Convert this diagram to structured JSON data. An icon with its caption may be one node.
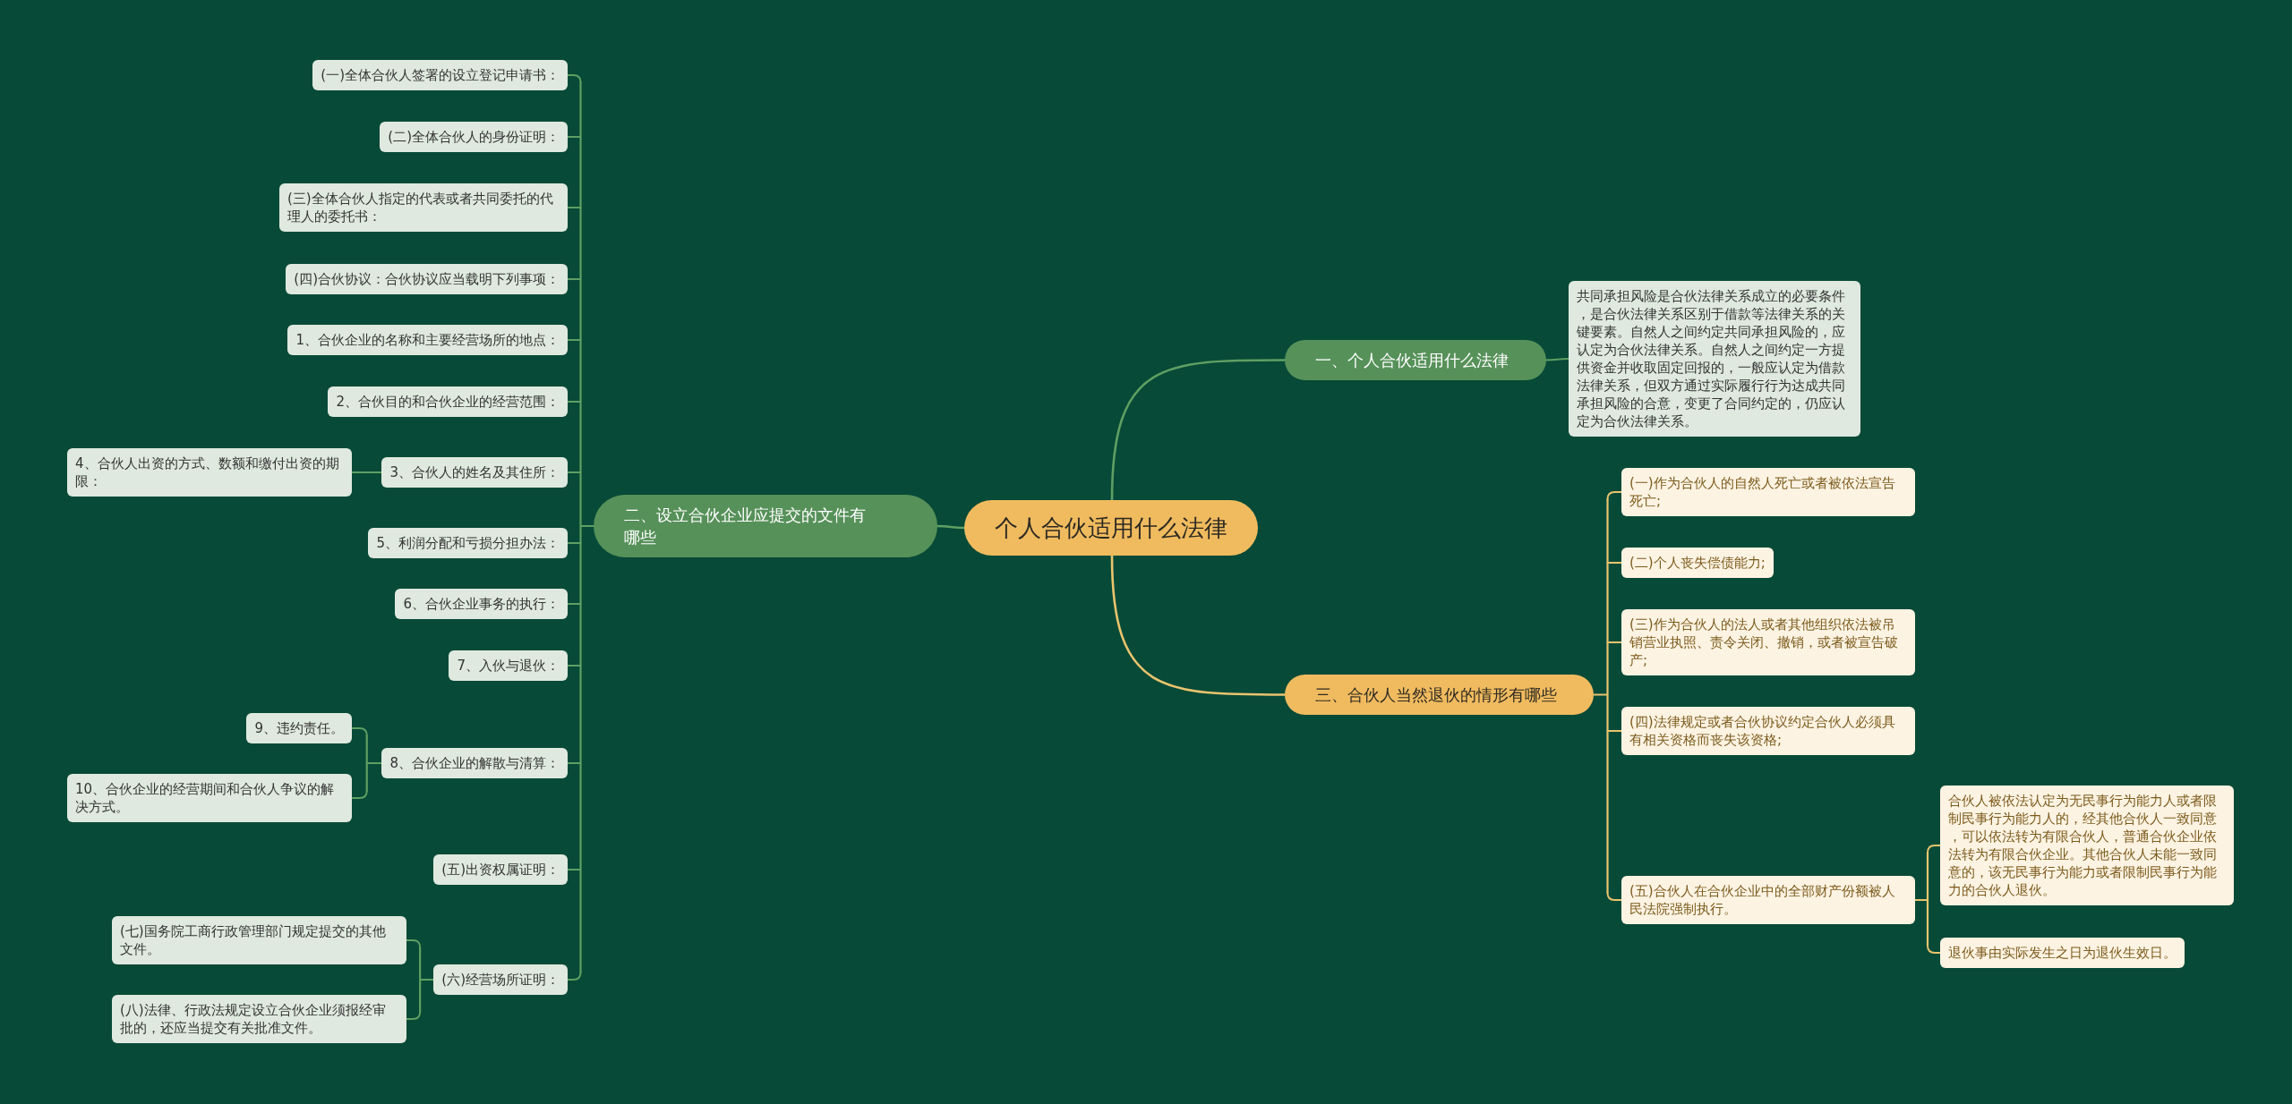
{
  "diagram": {
    "nodes": [
      {
        "text": [
          "个人合伙适用什么法律"
        ]
      },
      {
        "text": [
          "一、个人合伙适用什么法律"
        ]
      },
      {
        "text": [
          "共同承担风险是合伙法律关系成立的必要条件，是合伙法律关系区别于借款等法律关系的关键要素。自然人之间约定共同承担风险的，应认定为合伙法律关系。自然人之间约定一方提供资金并收取固定回报的，一般应认定为借款法律关系，但双方通过实际履行行为达成共同承担风险的合意，变更了合同约定的，仍应认定为合伙法律关系。"
        ]
      },
      {
        "text": [
          "二、设立合伙企业应提交的文件有哪些"
        ]
      },
      {
        "text": [
          "(一)全体合伙人签署的设立登记申请书："
        ]
      },
      {
        "text": [
          "(二)全体合伙人的身份证明："
        ]
      },
      {
        "text": [
          "(三)全体合伙人指定的代表或者共同委托的代理人的委托书："
        ]
      },
      {
        "text": [
          "(四)合伙协议：合伙协议应当载明下列事项："
        ]
      },
      {
        "text": [
          "1、合伙企业的名称和主要经营场所的地点："
        ]
      },
      {
        "text": [
          "2、合伙目的和合伙企业的经营范围："
        ]
      },
      {
        "text": [
          "3、合伙人的姓名及其住所："
        ]
      },
      {
        "text": [
          "4、合伙人出资的方式、数额和缴付出资的期限："
        ]
      },
      {
        "text": [
          "5、利润分配和亏损分担办法："
        ]
      },
      {
        "text": [
          "6、合伙企业事务的执行："
        ]
      },
      {
        "text": [
          "7、入伙与退伙："
        ]
      },
      {
        "text": [
          "8、合伙企业的解散与清算："
        ]
      },
      {
        "text": [
          "9、违约责任。"
        ]
      },
      {
        "text": [
          "10、合伙企业的经营期间和合伙人争议的解决方式。"
        ]
      },
      {
        "text": [
          "(五)出资权属证明："
        ]
      },
      {
        "text": [
          "(六)经营场所证明："
        ]
      },
      {
        "text": [
          "(七)国务院工商行政管理部门规定提交的其他文件。"
        ]
      },
      {
        "text": [
          "(八)法律、行政法规定设立合伙企业须报经审批的，还应当提交有关批准文件。"
        ]
      },
      {
        "text": [
          "三、合伙人当然退伙的情形有哪些"
        ]
      },
      {
        "text": [
          "(一)作为合伙人的自然人死亡或者被依法宣告死亡;"
        ]
      },
      {
        "text": [
          "(二)个人丧失偿债能力;"
        ]
      },
      {
        "text": [
          "(三)作为合伙人的法人或者其他组织依法被吊销营业执照、责令关闭、撤销，或者被宣告破产;"
        ]
      },
      {
        "text": [
          "(四)法律规定或者合伙协议约定合伙人必须具有相关资格而丧失该资格;"
        ]
      },
      {
        "text": [
          "(五)合伙人在合伙企业中的全部财产份额被人民法院强制执行。"
        ]
      },
      {
        "text": [
          "合伙人被依法认定为无民事行为能力人或者限制民事行为能力人的，经其他合伙人一致同意，可以依法转为有限合伙人，普通合伙企业依法转为有限合伙企业。其他合伙人未能一致同意的，该无民事行为能力或者限制民事行为能力的合伙人退伙。"
        ]
      },
      {
        "text": [
          "退伙事由实际发生之日为退伙生效日。"
        ]
      }
    ],
    "edges": [
      {
        "from": 0,
        "to": 1,
        "arrow": "none"
      },
      {
        "from": 1,
        "to": 2,
        "arrow": "none"
      },
      {
        "from": 0,
        "to": 3,
        "arrow": "none"
      },
      {
        "from": 3,
        "to": 4,
        "arrow": "none"
      },
      {
        "from": 3,
        "to": 5,
        "arrow": "none"
      },
      {
        "from": 3,
        "to": 6,
        "arrow": "none"
      },
      {
        "from": 3,
        "to": 7,
        "arrow": "none"
      },
      {
        "from": 3,
        "to": 8,
        "arrow": "none"
      },
      {
        "from": 3,
        "to": 9,
        "arrow": "none"
      },
      {
        "from": 3,
        "to": 10,
        "arrow": "none"
      },
      {
        "from": 3,
        "to": 12,
        "arrow": "none"
      },
      {
        "from": 3,
        "to": 13,
        "arrow": "none"
      },
      {
        "from": 3,
        "to": 14,
        "arrow": "none"
      },
      {
        "from": 3,
        "to": 15,
        "arrow": "none"
      },
      {
        "from": 3,
        "to": 18,
        "arrow": "none"
      },
      {
        "from": 3,
        "to": 19,
        "arrow": "none"
      },
      {
        "from": 10,
        "to": 11,
        "arrow": "none"
      },
      {
        "from": 15,
        "to": 16,
        "arrow": "none"
      },
      {
        "from": 15,
        "to": 17,
        "arrow": "none"
      },
      {
        "from": 19,
        "to": 20,
        "arrow": "none"
      },
      {
        "from": 19,
        "to": 21,
        "arrow": "none"
      },
      {
        "from": 0,
        "to": 22,
        "arrow": "none",
        "color": "#e9c46f"
      },
      {
        "from": 22,
        "to": 23,
        "arrow": "none",
        "color": "#e9c46f"
      },
      {
        "from": 22,
        "to": 24,
        "arrow": "none",
        "color": "#e9c46f"
      },
      {
        "from": 22,
        "to": 25,
        "arrow": "none",
        "color": "#e9c46f"
      },
      {
        "from": 22,
        "to": 26,
        "arrow": "none",
        "color": "#e9c46f"
      },
      {
        "from": 22,
        "to": 27,
        "arrow": "none",
        "color": "#e9c46f"
      },
      {
        "from": 27,
        "to": 28,
        "arrow": "none",
        "color": "#e9c46f"
      },
      {
        "from": 27,
        "to": 29,
        "arrow": "none",
        "color": "#e9c46f"
      }
    ]
  }
}
